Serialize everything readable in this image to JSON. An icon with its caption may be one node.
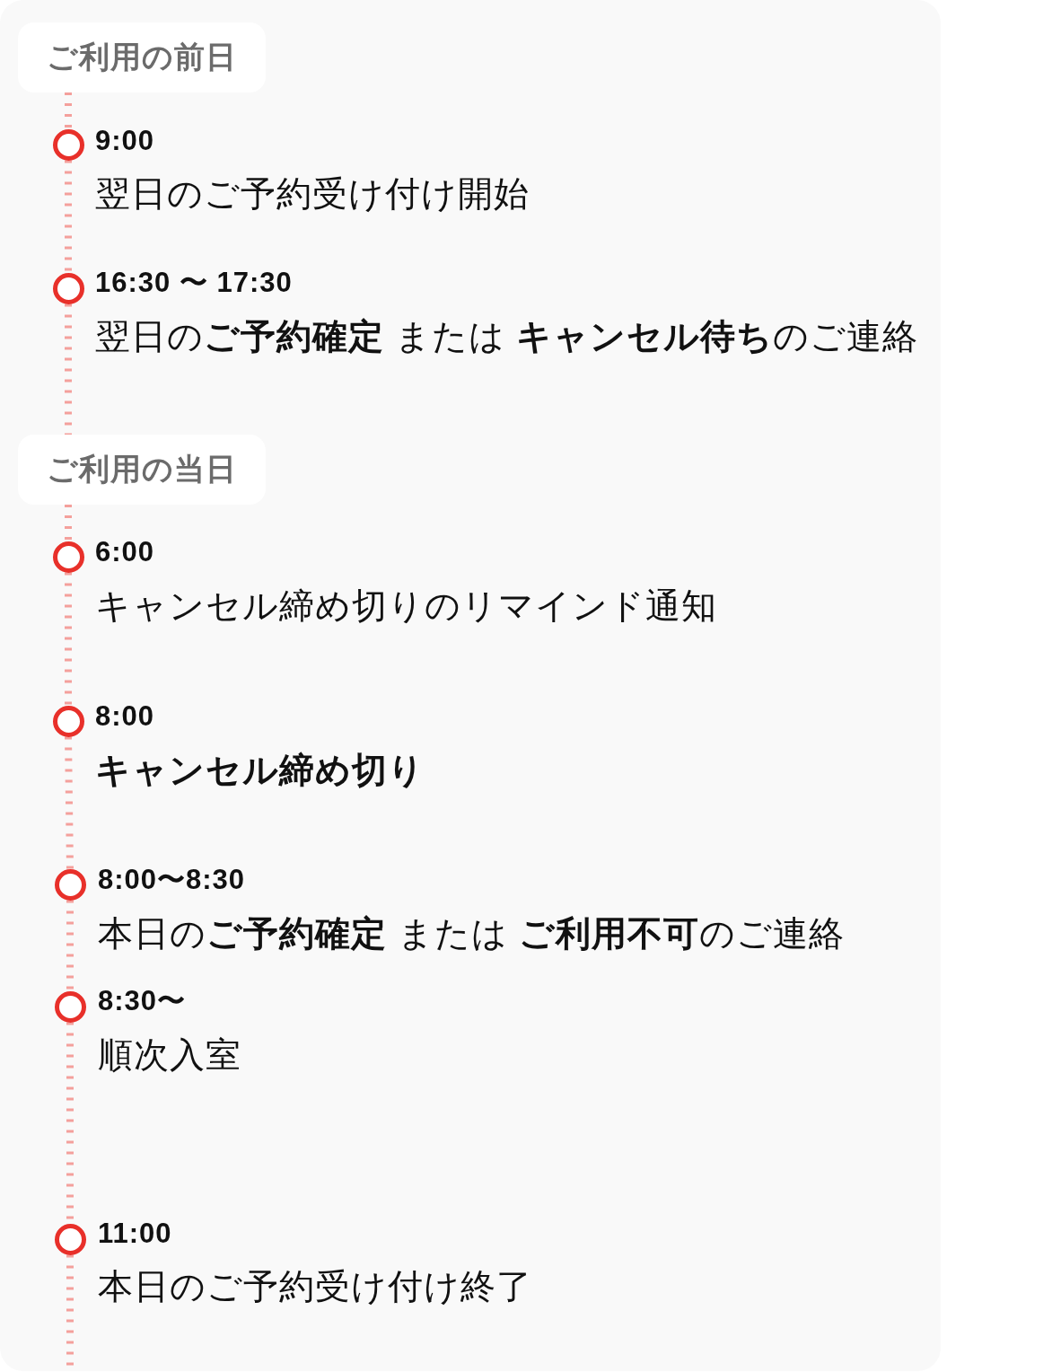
{
  "diagram": {
    "nodes": [
      {
        "text": [
          "ご利用の前日"
        ]
      },
      {
        "text": [],
        "shape": "circle",
        "beside": [
          "9:00",
          "翌日のご予約受け付け開始"
        ]
      },
      {
        "text": [],
        "shape": "circle",
        "beside": [
          "16:30 〜 17:30",
          "翌日の**ご予約確定** または **キャンセル待ち**のご連絡"
        ]
      },
      {
        "text": [
          "ご利用の当日"
        ]
      },
      {
        "text": [],
        "shape": "circle",
        "beside": [
          "6:00",
          "キャンセル締め切りのリマインド通知"
        ]
      },
      {
        "text": [],
        "shape": "circle",
        "beside": [
          "8:00",
          "キャンセル締め切り"
        ]
      },
      {
        "text": [],
        "shape": "circle",
        "beside": [
          "8:00〜8:30",
          "本日の**ご予約確定** または **ご利用不可**のご連絡"
        ]
      },
      {
        "text": [],
        "shape": "circle",
        "beside": [
          "8:30〜",
          "順次入室"
        ]
      },
      {
        "text": [],
        "shape": "circle",
        "beside": [
          "11:00",
          "本日のご予約受け付け終了"
        ]
      }
    ],
    "edges": [
      {
        "from": 0,
        "to": 1,
        "arrow": "none",
        "style": "dashed"
      },
      {
        "from": 1,
        "to": 2,
        "arrow": "none",
        "style": "dashed"
      },
      {
        "from": 2,
        "to": 3,
        "arrow": "none",
        "style": "dashed"
      },
      {
        "from": 3,
        "to": 4,
        "arrow": "none",
        "style": "dashed"
      },
      {
        "from": 4,
        "to": 5,
        "arrow": "none",
        "style": "dashed"
      },
      {
        "from": 5,
        "to": 6,
        "arrow": "none",
        "style": "dashed"
      },
      {
        "from": 6,
        "to": 7,
        "arrow": "none",
        "style": "dashed"
      },
      {
        "from": 7,
        "to": 8,
        "arrow": "none",
        "style": "dashed"
      },
      {
        "from": 8,
        "to": null,
        "arrow": "none",
        "style": "dashed"
      }
    ]
  }
}
